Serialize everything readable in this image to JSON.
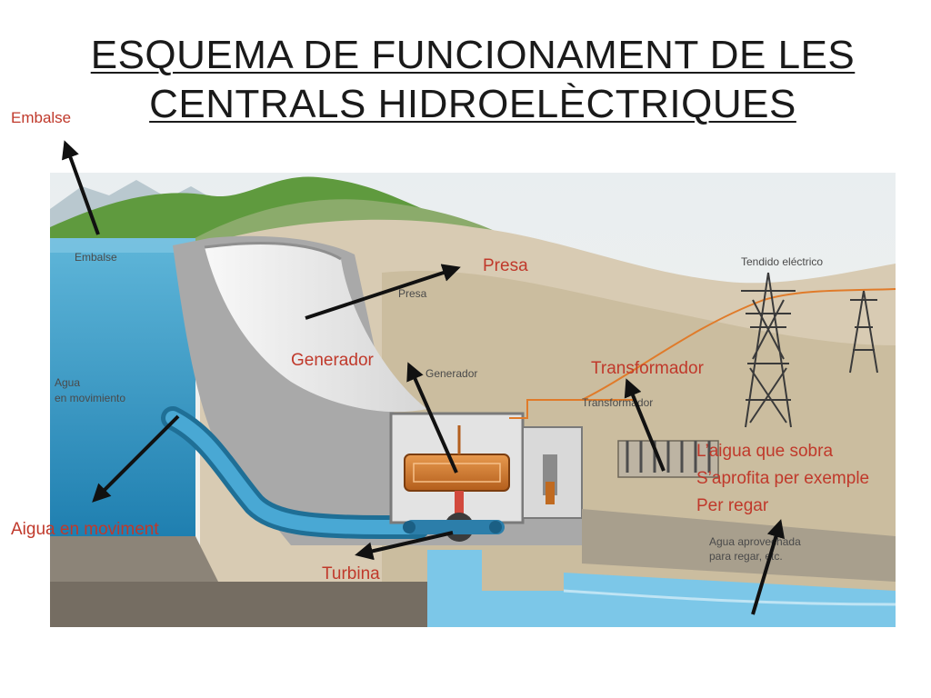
{
  "title": {
    "line1": "ESQUEMA DE FUNCIONAMENT DE LES",
    "line2": "CENTRALS HIDROELÈCTRIQUES"
  },
  "labels": {
    "embalse": "Embalse",
    "presa": "Presa",
    "generador": "Generador",
    "transformador": "Transformador",
    "aigua_moviment": "Aigua en moviment",
    "turbina": "Turbina",
    "aigua_sobra": [
      "L’aigua que sobra",
      "S’aprofita  per exemple",
      "Per regar"
    ]
  },
  "image_text": {
    "embalse": "Embalse",
    "presa": "Presa",
    "generador": "Generador",
    "agua_movimiento_1": "Agua",
    "agua_movimiento_2": "en movimiento",
    "transformador": "Transformador",
    "tendido": "Tendido eléctrico",
    "agua_aprovechada_1": "Agua aprovechada",
    "agua_aprovechada_2": "para regar, etc."
  },
  "colors": {
    "label_red": "#c0392b",
    "water_blue": "#3aa0d0",
    "concrete_gray": "#a9a9a9",
    "land_beige": "#d8cbb3",
    "arrow_black": "#111111"
  }
}
